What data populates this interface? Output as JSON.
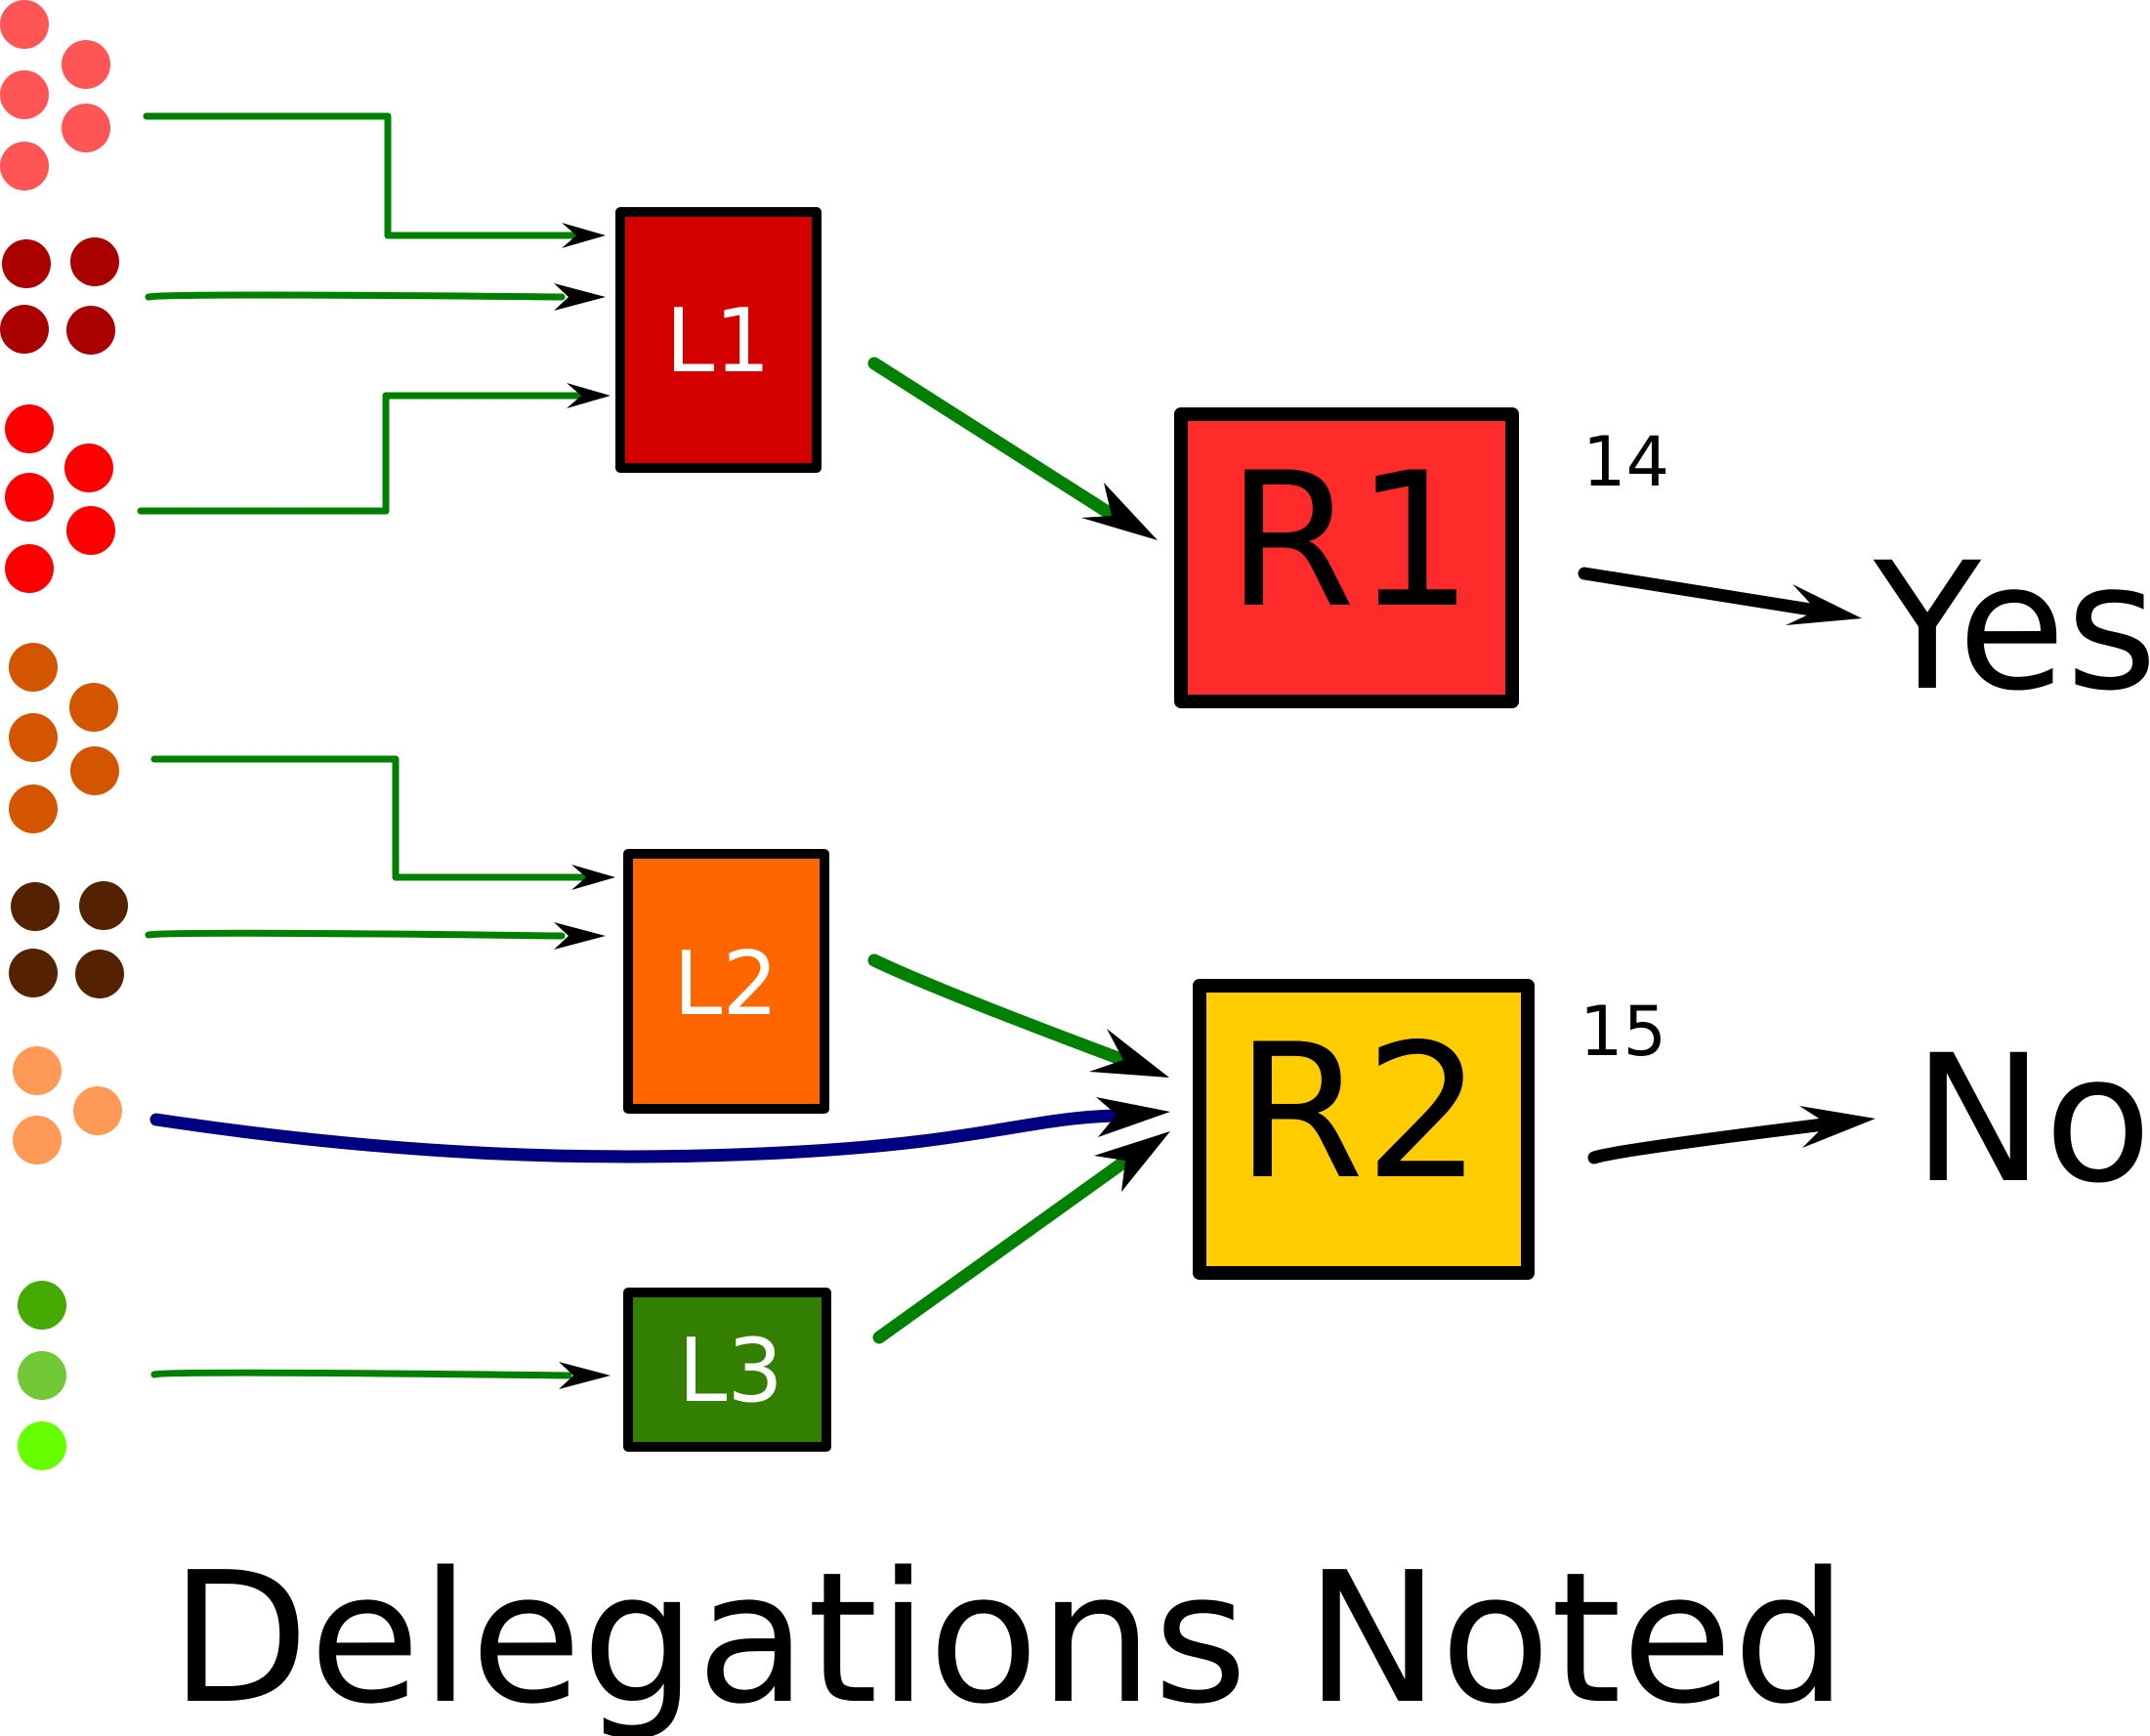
{
  "diagram": {
    "title": "Delegations Noted",
    "local_boxes": [
      {
        "label": "L1",
        "color": "#d40000"
      },
      {
        "label": "L2",
        "color": "#ff6600"
      },
      {
        "label": "L3",
        "color": "#338000"
      }
    ],
    "regional_boxes": [
      {
        "label": "R1",
        "color": "#ff2a2a",
        "count": "14",
        "outcome": "Yes"
      },
      {
        "label": "R2",
        "color": "#ffcc00",
        "count": "15",
        "outcome": "No"
      }
    ],
    "colors": {
      "delegate_arrow": "#008000",
      "direct_arrow": "#000080",
      "outcome_arrow": "#000000",
      "box_border": "#000000",
      "dots_group1": "#ff5555",
      "dots_group2": "#aa0000",
      "dots_group3": "#ff0000",
      "dots_group4": "#d45500",
      "dots_group5": "#552200",
      "dots_group6": "#ff9955",
      "dots_group7": [
        "#44aa00",
        "#71c837",
        "#66ff00"
      ]
    }
  }
}
